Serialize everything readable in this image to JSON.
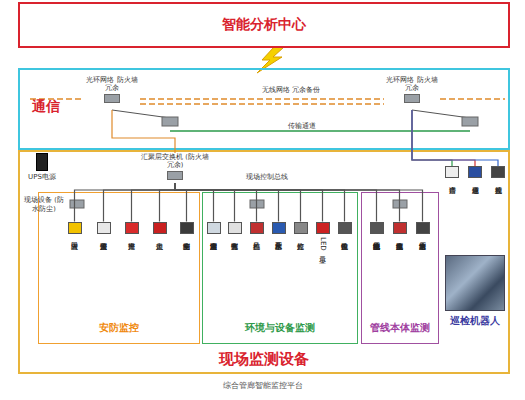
{
  "diagram": {
    "caption": "综合管廊智能监控平台",
    "nodes": [
      {
        "text": [
          "智能分析中心"
        ]
      },
      {
        "text": [
          "通信"
        ]
      },
      {
        "text": [
          "光环网络 防火墙冗余"
        ],
        "in": 1
      },
      {
        "text": [
          "光环网络 防火墙冗余"
        ],
        "in": 1
      },
      {
        "text": [
          "现场监测设备"
        ]
      },
      {
        "text": [
          "UPS电源"
        ],
        "in": 4
      },
      {
        "text": [
          "汇聚层交换机 (防火墙冗余)"
        ],
        "in": 4
      },
      {
        "text": [
          "安防监控"
        ],
        "in": 4
      },
      {
        "text": [
          "出入口管理"
        ],
        "in": 7
      },
      {
        "text": [
          "入侵报警监测"
        ],
        "in": 7
      },
      {
        "text": [
          "声光报警"
        ],
        "in": 7
      },
      {
        "text": [
          "人员定位"
        ],
        "in": 7
      },
      {
        "text": [
          "结构安全监测"
        ],
        "in": 7
      },
      {
        "text": [
          "环境与设备监测"
        ],
        "in": 4
      },
      {
        "text": [
          "管道内温湿度监测"
        ],
        "in": 13
      },
      {
        "text": [
          "有害气体监测"
        ],
        "in": 13
      },
      {
        "text": [
          "风机监控"
        ],
        "in": 13
      },
      {
        "text": [
          "积水及水泵监控"
        ],
        "in": 13
      },
      {
        "text": [
          "灯光监控"
        ],
        "in": 13
      },
      {
        "text": [
          "LED显示"
        ],
        "in": 13
      },
      {
        "text": [
          "供电设备监控"
        ],
        "in": 13
      },
      {
        "text": [
          "管线本体监测"
        ],
        "in": 4
      },
      {
        "text": [
          "电缆护层接地电流监测"
        ],
        "in": 21
      },
      {
        "text": [
          "电缆接头温度监测"
        ],
        "in": 21
      },
      {
        "text": [
          "给水管道压力监测"
        ],
        "in": 21
      },
      {
        "text": [
          "语音广播"
        ],
        "in": 4
      },
      {
        "text": [
          "应急通信"
        ],
        "in": 4
      },
      {
        "text": [
          "视频监控"
        ],
        "in": 4
      },
      {
        "text": [
          "巡检机器人"
        ],
        "in": 4
      }
    ],
    "edges": [
      {
        "from": 2,
        "to": 6,
        "arrow": "none"
      },
      {
        "from": 6,
        "to": 8,
        "arrow": "none"
      },
      {
        "from": 6,
        "to": 9,
        "arrow": "none"
      },
      {
        "from": 6,
        "to": 10,
        "arrow": "none"
      },
      {
        "from": 6,
        "to": 11,
        "arrow": "none"
      },
      {
        "from": 6,
        "to": 12,
        "arrow": "none"
      },
      {
        "from": 6,
        "to": 14,
        "arrow": "none"
      },
      {
        "from": 6,
        "to": 15,
        "arrow": "none"
      },
      {
        "from": 6,
        "to": 16,
        "arrow": "none"
      },
      {
        "from": 6,
        "to": 17,
        "arrow": "none"
      },
      {
        "from": 6,
        "to": 18,
        "arrow": "none"
      },
      {
        "from": 6,
        "to": 19,
        "arrow": "none"
      },
      {
        "from": 6,
        "to": 20,
        "arrow": "none"
      },
      {
        "from": 6,
        "to": 22,
        "arrow": "none"
      },
      {
        "from": 6,
        "to": 23,
        "arrow": "none"
      },
      {
        "from": 6,
        "to": 24,
        "arrow": "none"
      },
      {
        "from": 3,
        "to": 25,
        "arrow": "none"
      },
      {
        "from": 3,
        "to": 26,
        "arrow": "none"
      },
      {
        "from": 3,
        "to": 27,
        "arrow": "none"
      }
    ],
    "labels": [
      "无线网络 冗余备份",
      "传输通道",
      "现场控制总线",
      "现场设备 (防水防尘)"
    ]
  }
}
